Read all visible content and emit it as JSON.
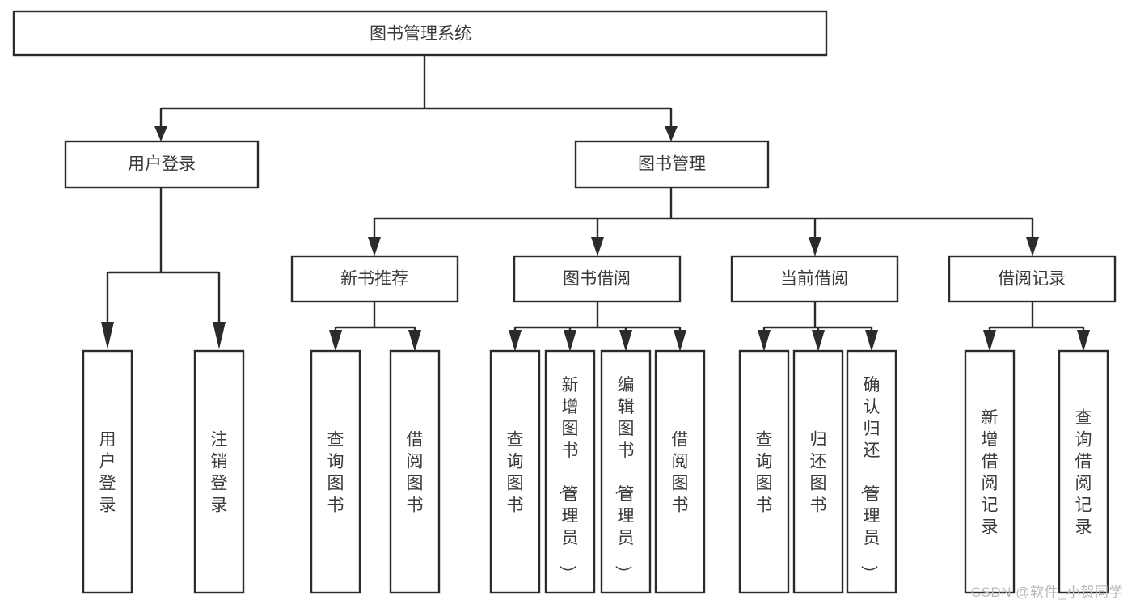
{
  "diagram": {
    "type": "tree-hierarchy",
    "title": "图书管理系统",
    "root": {
      "id": "root",
      "label": "图书管理系统",
      "orientation": "horizontal"
    },
    "level1": [
      {
        "id": "user-login",
        "label": "用户登录",
        "orientation": "horizontal"
      },
      {
        "id": "book-manage",
        "label": "图书管理",
        "orientation": "horizontal"
      }
    ],
    "level2": [
      {
        "id": "new-book-recommend",
        "label": "新书推荐",
        "parent": "book-manage",
        "orientation": "horizontal"
      },
      {
        "id": "book-borrow",
        "label": "图书借阅",
        "parent": "book-manage",
        "orientation": "horizontal"
      },
      {
        "id": "current-borrow",
        "label": "当前借阅",
        "parent": "book-manage",
        "orientation": "horizontal"
      },
      {
        "id": "borrow-record",
        "label": "借阅记录",
        "parent": "book-manage",
        "orientation": "horizontal"
      }
    ],
    "leaves": [
      {
        "id": "leaf-user-login",
        "label": "用户登录",
        "parent": "user-login",
        "orientation": "vertical"
      },
      {
        "id": "leaf-user-logout",
        "label": "注销登录",
        "parent": "user-login",
        "orientation": "vertical"
      },
      {
        "id": "leaf-query-book-1",
        "label": "查询图书",
        "parent": "new-book-recommend",
        "orientation": "vertical"
      },
      {
        "id": "leaf-borrow-book-1",
        "label": "借阅图书",
        "parent": "new-book-recommend",
        "orientation": "vertical"
      },
      {
        "id": "leaf-query-book-2",
        "label": "查询图书",
        "parent": "book-borrow",
        "orientation": "vertical"
      },
      {
        "id": "leaf-add-book",
        "label": "新增图书（管理员）",
        "parent": "book-borrow",
        "orientation": "vertical"
      },
      {
        "id": "leaf-edit-book",
        "label": "编辑图书（管理员）",
        "parent": "book-borrow",
        "orientation": "vertical"
      },
      {
        "id": "leaf-borrow-book-2",
        "label": "借阅图书",
        "parent": "book-borrow",
        "orientation": "vertical"
      },
      {
        "id": "leaf-query-book-3",
        "label": "查询图书",
        "parent": "current-borrow",
        "orientation": "vertical"
      },
      {
        "id": "leaf-return-book",
        "label": "归还图书",
        "parent": "current-borrow",
        "orientation": "vertical"
      },
      {
        "id": "leaf-confirm-return",
        "label": "确认归还（管理员）",
        "parent": "current-borrow",
        "orientation": "vertical"
      },
      {
        "id": "leaf-add-record",
        "label": "新增借阅记录",
        "parent": "borrow-record",
        "orientation": "vertical"
      },
      {
        "id": "leaf-query-record",
        "label": "查询借阅记录",
        "parent": "borrow-record",
        "orientation": "vertical"
      }
    ],
    "colors": {
      "box_stroke": "#2b2b2b",
      "box_fill": "#ffffff",
      "text": "#3a3a3a",
      "connector": "#2b2b2b",
      "background": "#ffffff",
      "watermark": "#b9b9b9"
    }
  },
  "watermark": {
    "text": "CSDN @软件_小贺同学"
  }
}
